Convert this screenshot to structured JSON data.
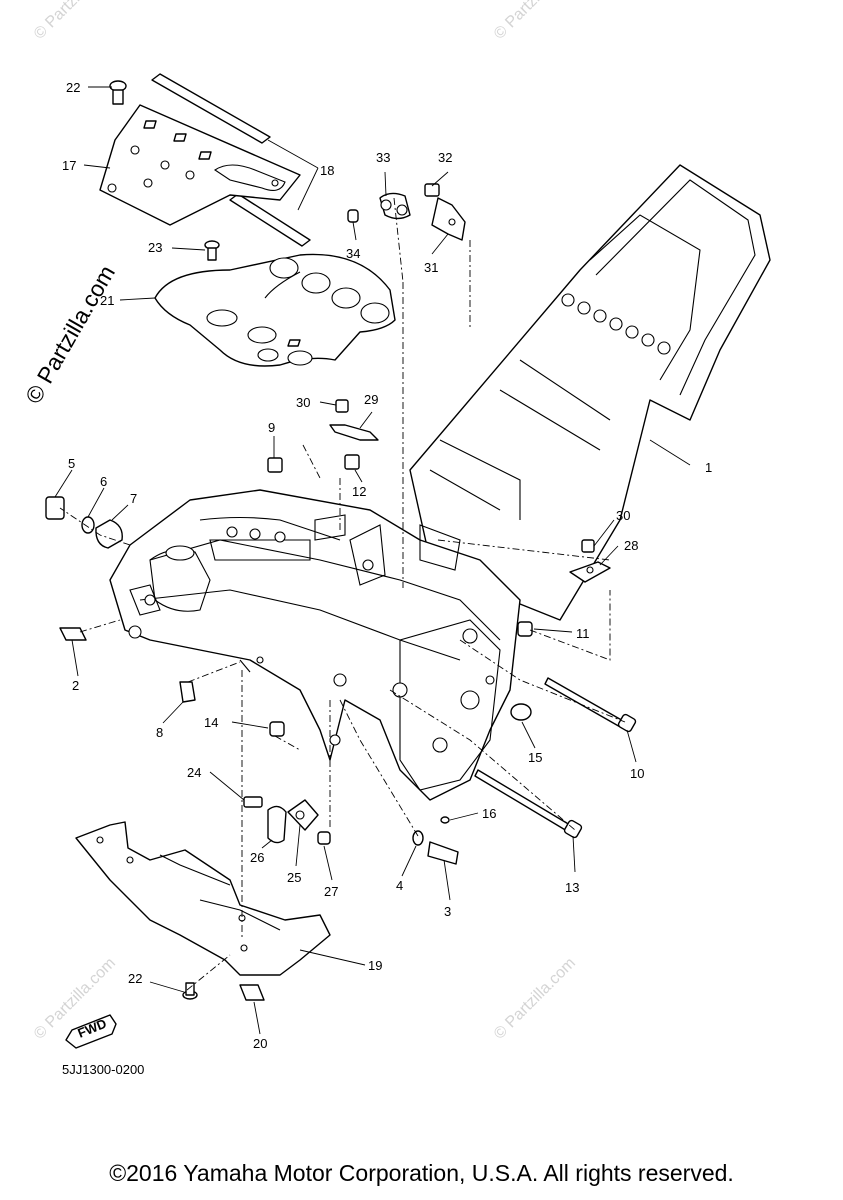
{
  "diagram": {
    "code": "5JJ1300-0200",
    "fwd_label": "FWD",
    "copyright": "©2016 Yamaha Motor Corporation, U.S.A. All rights reserved.",
    "watermark": "© Partzilla.com",
    "callouts": [
      "1",
      "2",
      "3",
      "4",
      "5",
      "6",
      "7",
      "8",
      "9",
      "10",
      "11",
      "12",
      "13",
      "14",
      "15",
      "16",
      "17",
      "18",
      "19",
      "20",
      "21",
      "22",
      "22",
      "23",
      "24",
      "25",
      "26",
      "27",
      "28",
      "29",
      "30",
      "30",
      "31",
      "32",
      "33",
      "34"
    ]
  }
}
